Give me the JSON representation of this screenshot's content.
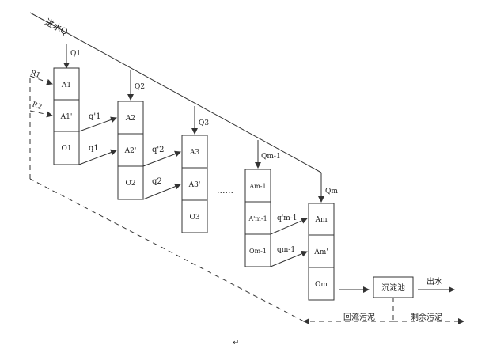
{
  "inflow": "进水Q",
  "q_in": [
    "Q1",
    "Q2",
    "Q3",
    "Qm-1",
    "Qm"
  ],
  "tanks": [
    [
      "A1",
      "A1'",
      "O1"
    ],
    [
      "A2",
      "A2'",
      "O2"
    ],
    [
      "A3",
      "A3'",
      "O3"
    ],
    [
      "Am-1",
      "A'm-1",
      "Om-1"
    ],
    [
      "Am",
      "Am'",
      "Om"
    ]
  ],
  "q_upper": [
    "q'1",
    "q'2",
    "q'm-1"
  ],
  "q_lower": [
    "q1",
    "q2",
    "qm-1"
  ],
  "returns": [
    "R1",
    "R2"
  ],
  "ellipsis": "......",
  "clarifier": "沉淀池",
  "effluent": "出水",
  "return_sludge": "回流污泥",
  "excess_sludge": "剩余污泥",
  "cursor_mark": "↵"
}
